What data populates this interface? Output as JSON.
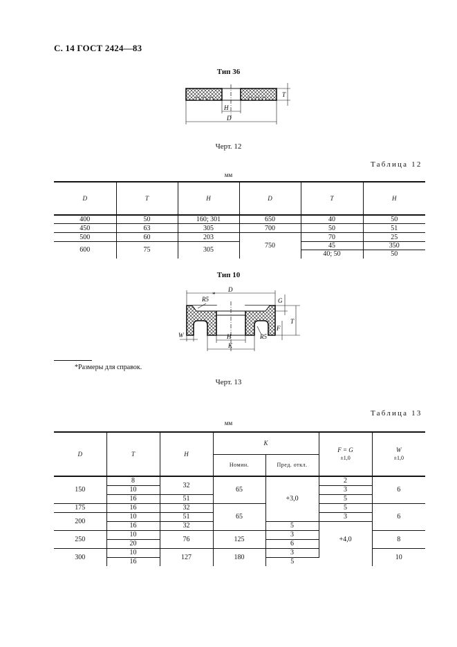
{
  "header": "С. 14 ГОСТ 2424—83",
  "fig12": {
    "title": "Тип 36",
    "caption": "Черт. 12",
    "labels": {
      "T": "T",
      "H": "H",
      "D": "D"
    }
  },
  "table12": {
    "label": "Таблица 12",
    "units": "мм",
    "headers": [
      "D",
      "T",
      "H",
      "D",
      "T",
      "H"
    ],
    "rows": [
      [
        "400",
        "50",
        "160; 301",
        "650",
        "40",
        "50"
      ],
      [
        "450",
        "63",
        "305",
        "700",
        "50",
        "51"
      ],
      [
        "500",
        "60",
        "203",
        "750",
        "70",
        "25"
      ],
      [
        "600",
        "75",
        "305",
        "",
        "45",
        "350"
      ],
      [
        "",
        "",
        "",
        "",
        "40; 50",
        "50"
      ]
    ]
  },
  "fig13": {
    "title": "Тип 10",
    "caption": "Черт. 13",
    "labels": {
      "D": "D",
      "R5a": "R5",
      "R5b": "R5",
      "G": "G",
      "F": "F",
      "T": "T",
      "W": "W",
      "H": "H",
      "K": "K",
      "star": "*"
    }
  },
  "footnote": "*Размеры для справок.",
  "table13": {
    "label": "Таблица 13",
    "units": "мм",
    "headers": {
      "D": "D",
      "T": "T",
      "H": "H",
      "K": "K",
      "K_nom": "Номин.",
      "K_dev": "Пред. откл.",
      "FG": "F = G",
      "FG_tol": "±1,0",
      "W": "W",
      "W_tol": "±1,0"
    },
    "rows": [
      {
        "D": "150",
        "T": [
          "8",
          "10",
          "16"
        ],
        "H": [
          "32",
          "51"
        ],
        "K": "65",
        "F": [
          "2",
          "3",
          "5"
        ],
        "W": "6"
      },
      {
        "D": "175",
        "T": [
          "16"
        ],
        "H": [
          "32"
        ],
        "F": [
          "5"
        ]
      },
      {
        "D": "200",
        "T": [
          "10",
          "16"
        ],
        "H": [
          "51",
          "32"
        ],
        "K": "65",
        "F": [
          "3",
          "5"
        ],
        "W": "6"
      },
      {
        "D": "250",
        "T": [
          "10",
          "20"
        ],
        "H": [
          "76"
        ],
        "K": "125",
        "F": [
          "3",
          "6"
        ],
        "W": "8"
      },
      {
        "D": "300",
        "T": [
          "10",
          "16"
        ],
        "H": [
          "127"
        ],
        "K": "180",
        "F": [
          "3",
          "5"
        ],
        "W": "10"
      }
    ],
    "dev": [
      "+3,0",
      "+4,0"
    ]
  }
}
